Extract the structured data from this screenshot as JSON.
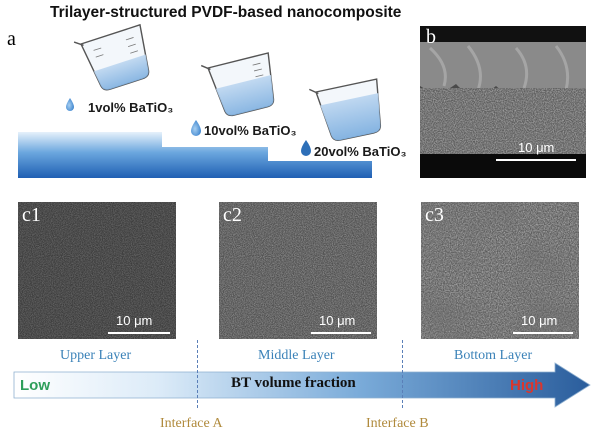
{
  "panel_a": {
    "letter": "a",
    "title": "Trilayer-structured PVDF-based nanocomposite",
    "beakers": [
      {
        "label": "1vol% BaTiO₃",
        "level": 0.3
      },
      {
        "label": "10vol% BaTiO₃",
        "level": 0.5
      },
      {
        "label": "20vol% BaTiO₃",
        "level": 0.65
      }
    ]
  },
  "panel_b": {
    "letter": "b",
    "scale": "10 μm"
  },
  "panels_c": [
    {
      "letter": "c1",
      "scale": "10 μm"
    },
    {
      "letter": "c2",
      "scale": "10 μm"
    },
    {
      "letter": "c3",
      "scale": "10 μm"
    }
  ],
  "layers": [
    "Upper Layer",
    "Middle Layer",
    "Bottom Layer"
  ],
  "interfaces": [
    "Interface A",
    "Interface B"
  ],
  "arrow": {
    "low": "Low",
    "label": "BT volume fraction",
    "high": "High"
  },
  "colors": {
    "low": "#2e9e5a",
    "high": "#d9362e",
    "layer_text": "#3b82b8",
    "interface_text": "#b08a3c"
  }
}
